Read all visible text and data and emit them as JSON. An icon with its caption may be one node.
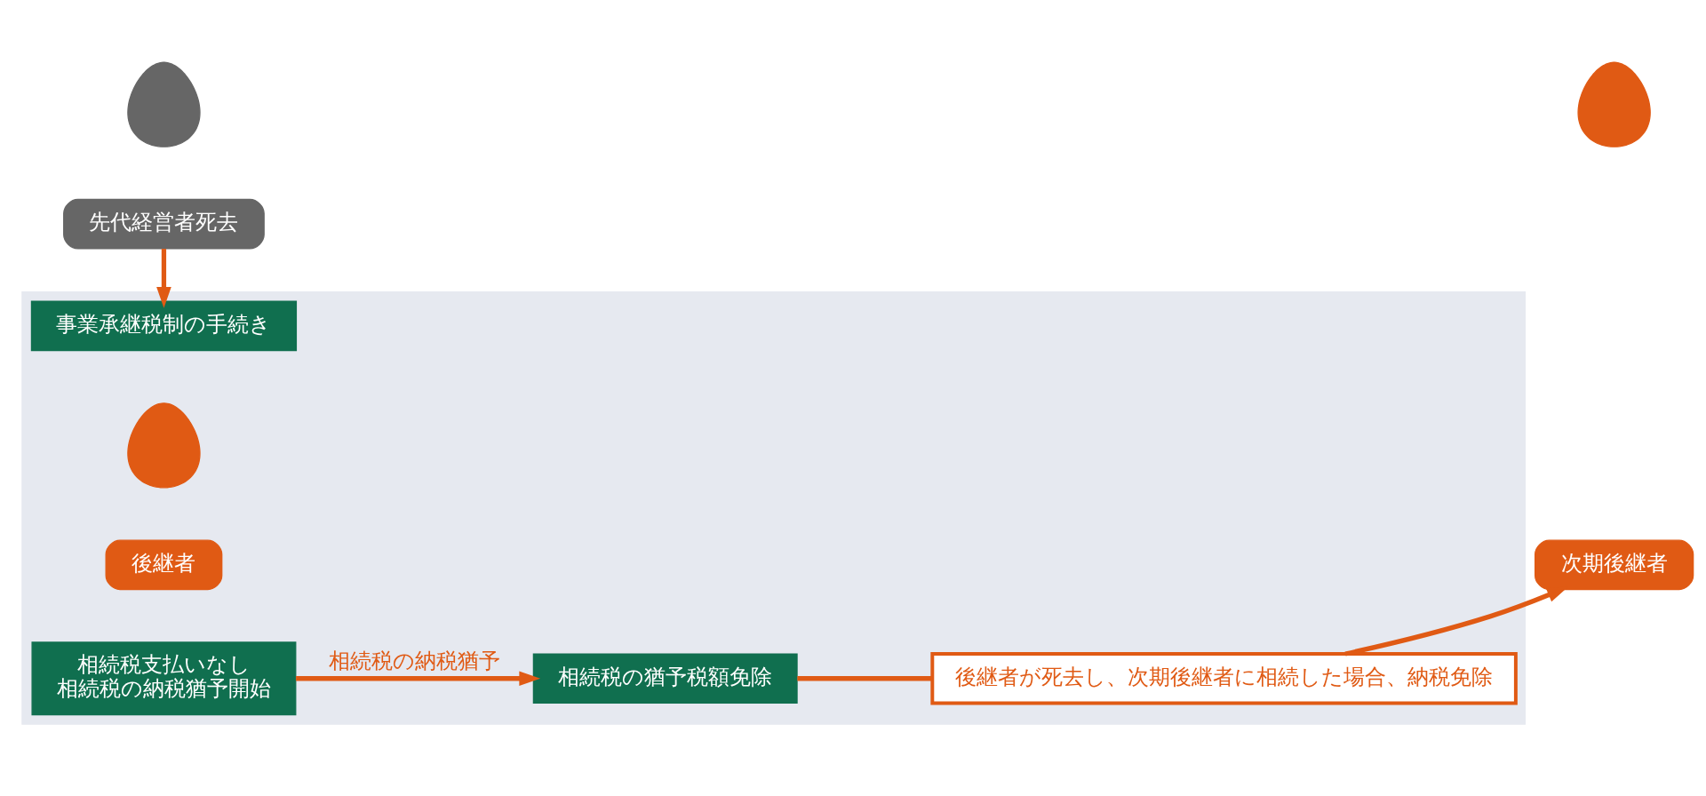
{
  "diagram": {
    "nodes": [
      {
        "text": [],
        "shape": "person"
      },
      {
        "text": [
          "先代経営者死去"
        ]
      },
      {
        "text": [],
        "shape": "person"
      },
      {
        "text": [
          "次期後継者"
        ]
      },
      {
        "text": [],
        "shape": "box"
      },
      {
        "text": [
          "事業承継税制の手続き"
        ],
        "in": 4
      },
      {
        "text": [],
        "shape": "person",
        "in": 4
      },
      {
        "text": [
          "後継者"
        ],
        "in": 4
      },
      {
        "text": [
          "相続税支払いなし",
          "相続税の納税猶予開始"
        ],
        "in": 4
      },
      {
        "text": [
          "相続税の猶予税額免除"
        ],
        "in": 4
      },
      {
        "text": [
          "後継者が死去し、次期後継者に相続した場合、納税免除"
        ],
        "in": 4
      }
    ],
    "edges": [
      {
        "from": 1,
        "to": 5,
        "arrow": "to"
      },
      {
        "from": 8,
        "to": 9,
        "arrow": "to",
        "label": "相続税の納税猶予"
      },
      {
        "from": 9,
        "to": 10,
        "arrow": "none"
      },
      {
        "from": 10,
        "to": 3,
        "arrow": "to"
      }
    ]
  }
}
